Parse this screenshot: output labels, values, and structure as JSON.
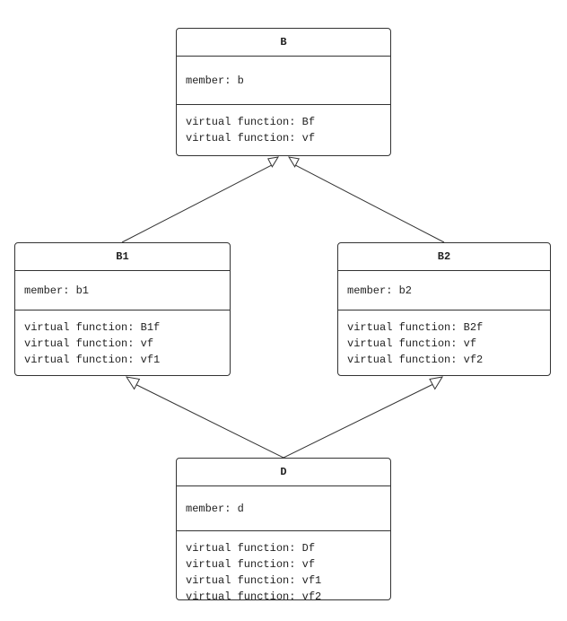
{
  "colors": {
    "stroke": "#333333",
    "text": "#222222",
    "background": "#ffffff"
  },
  "classes": {
    "B": {
      "name": "B",
      "members": [
        "member: b"
      ],
      "functions": [
        "virtual function: Bf",
        "virtual function: vf"
      ]
    },
    "B1": {
      "name": "B1",
      "members": [
        "member: b1"
      ],
      "functions": [
        "virtual function: B1f",
        "virtual function: vf",
        "virtual function: vf1"
      ]
    },
    "B2": {
      "name": "B2",
      "members": [
        "member: b2"
      ],
      "functions": [
        "virtual function: B2f",
        "virtual function: vf",
        "virtual function: vf2"
      ]
    },
    "D": {
      "name": "D",
      "members": [
        "member: d"
      ],
      "functions": [
        "virtual function: Df",
        "virtual function: vf",
        "virtual function: vf1",
        "virtual function: vf2"
      ]
    }
  },
  "edges": [
    {
      "from": "B1",
      "to": "B",
      "type": "inheritance"
    },
    {
      "from": "B2",
      "to": "B",
      "type": "inheritance"
    },
    {
      "from": "D",
      "to": "B1",
      "type": "inheritance"
    },
    {
      "from": "D",
      "to": "B2",
      "type": "inheritance"
    }
  ]
}
